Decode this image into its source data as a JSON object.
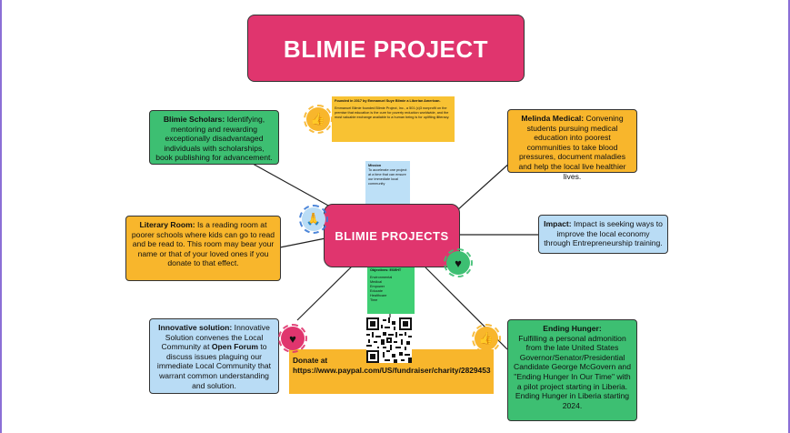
{
  "title": "BLIMIE PROJECT",
  "center": "BLIMIE PROJECTS",
  "nodes": {
    "scholars": {
      "lead": "Blimie Scholars:",
      "text": " Identifying, mentoring and rewarding exceptionally disadvantaged individuals with scholarships, book publishing for advancement."
    },
    "melinda": {
      "lead": "Melinda Medical:",
      "text": " Convening students pursuing medical education into poorest communities to take blood pressures, document maladies and help the local live healthier lives."
    },
    "literary": {
      "lead": "Literary Room:",
      "text": " Is a reading room at poorer schools where kids can go to read and be read to. This room may bear your name or that of your loved ones if you donate to that effect."
    },
    "impact": {
      "lead": "Impact:",
      "text": " Impact is seeking ways to improve the local economy through Entrepreneurship training."
    },
    "innovative": {
      "lead": "Innovative solution:",
      "text1": " Innovative Solution convenes the Local Community at ",
      "bold": "Open Forum",
      "text2": " to discuss issues plaguing our immediate Local Community that warrant common understanding and solution."
    },
    "hunger": {
      "lead": "Ending Hunger:",
      "text": "Fulfilling a personal admonition from the late United States Governor/Senator/Presidential Candidate George McGovern and \"Ending Hunger In Our Time\" with a pilot project starting in Liberia. Ending Hunger in Liberia starting 2024."
    }
  },
  "notes": {
    "founded": "Founded in 2017 by Emmanuel Suye Blimie a Liberian American.",
    "founded2": "Emmanuel Blimie founded Blimie Project, Inc., a 501 (c)3 nonprofit on the premise that education is the cure for poverty reduction worldwide, and the most valuable exchange available to a human being is for uplifting illiteracy.",
    "mission_title": "Mission",
    "mission": "To accelerate one project at a time that can ensure our immediate local community",
    "objectives_title": "Objectives: ESEHT",
    "objectives": [
      "Environmental",
      "Medical",
      "Empower",
      "Educate",
      "Healthcare",
      "Time"
    ]
  },
  "donate": {
    "label": "Donate at",
    "url": "https://www.paypal.com/US/fundraiser/charity/2829453"
  },
  "icons": [
    "thumbs-up-icon",
    "praying-hands-icon",
    "heart-icon",
    "heart-icon",
    "thumbs-up-icon"
  ],
  "colors": {
    "title": "#e0356e",
    "green": "#3dbf72",
    "orange": "#f8b62c",
    "blue": "#b9dcf5",
    "border": "#8b6fd6"
  }
}
